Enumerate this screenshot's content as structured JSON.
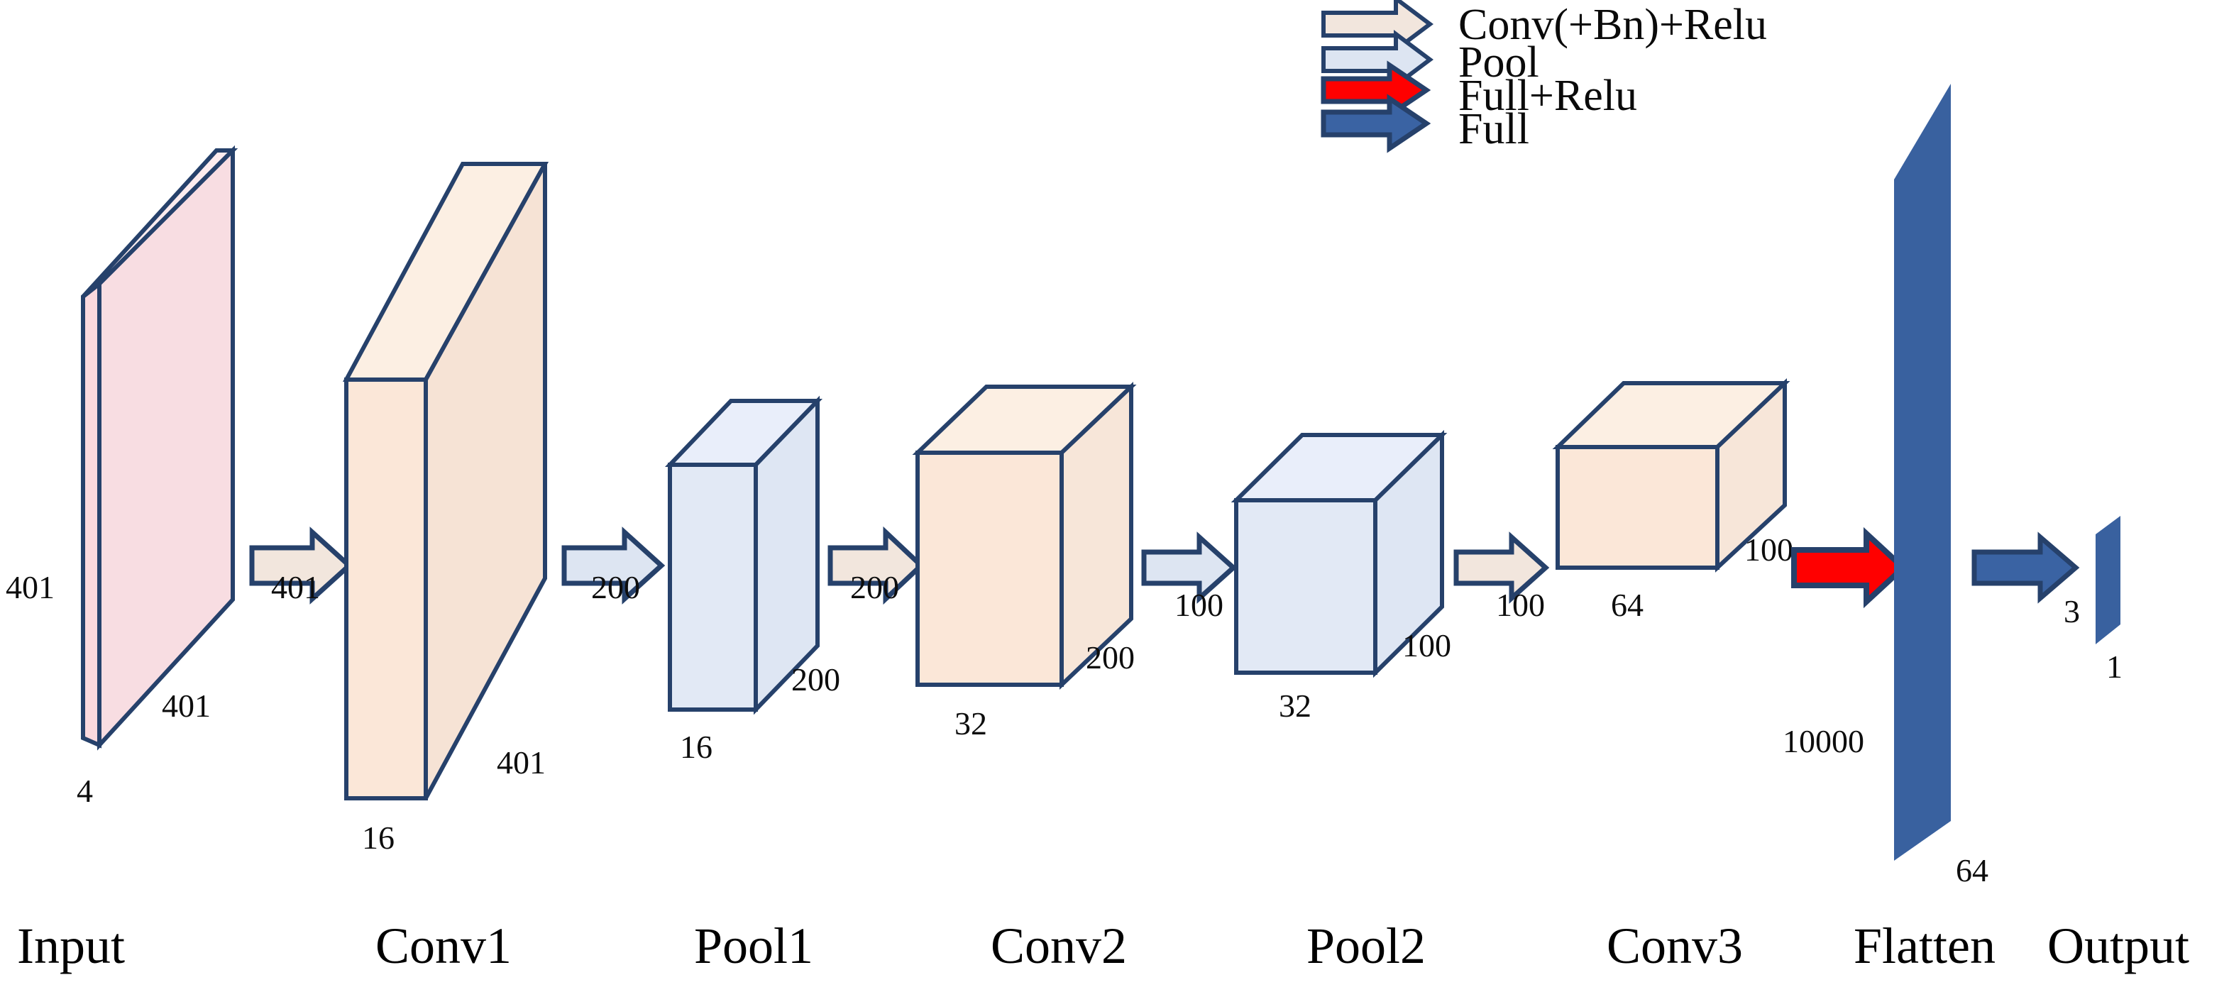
{
  "diagram": {
    "title": "CNN Architecture",
    "background_color": "#ffffff",
    "stroke_color": "#26416b",
    "colors": {
      "input_front": "#f7dade",
      "input_side": "#fbe9ec",
      "input_top": "#fdeef0",
      "conv_front": "#f6e4d6",
      "conv_side": "#fcead9",
      "conv_top": "#fbece0",
      "pool_front": "#dee6f3",
      "pool_side": "#e6ecf7",
      "pool_top": "#e9eef8",
      "flatten_fill": "#39619f",
      "output_fill": "#39619f",
      "conv_arrow": "#f2e6dd",
      "pool_arrow": "#dde5f2",
      "full_relu_arrow": "#ff0000",
      "full_arrow": "#3a63a3",
      "text": "#000000"
    }
  },
  "legend": {
    "items": [
      {
        "label": "Conv(+Bn)+Relu",
        "arrow_fill": "#f2e6dd",
        "arrow_stroke": "#26416b",
        "icon": "arrow-right-icon"
      },
      {
        "label": "Pool",
        "arrow_fill": "#dde5f2",
        "arrow_stroke": "#26416b",
        "icon": "arrow-right-icon"
      },
      {
        "label": "Full+Relu",
        "arrow_fill": "#ff0000",
        "arrow_stroke": "#26416b",
        "icon": "arrow-right-icon"
      },
      {
        "label": "Full",
        "arrow_fill": "#3a63a3",
        "arrow_stroke": "#26416b",
        "icon": "arrow-right-icon"
      }
    ]
  },
  "stages": [
    {
      "name": "Input",
      "kind": "slab",
      "color_group": "input",
      "dims": {
        "height": "401",
        "depth": "401",
        "width": "4"
      }
    },
    {
      "name": "Conv1",
      "kind": "box",
      "color_group": "conv",
      "dims": {
        "height": "401",
        "depth": "401",
        "width": "16"
      }
    },
    {
      "name": "Pool1",
      "kind": "box",
      "color_group": "pool",
      "dims": {
        "height": "200",
        "depth": "200",
        "width": "16"
      }
    },
    {
      "name": "Conv2",
      "kind": "box",
      "color_group": "conv",
      "dims": {
        "height": "200",
        "depth": "200",
        "width": "32"
      }
    },
    {
      "name": "Pool2",
      "kind": "box",
      "color_group": "pool",
      "dims": {
        "height": "100",
        "depth": "100",
        "width": "32"
      }
    },
    {
      "name": "Conv3",
      "kind": "box",
      "color_group": "conv",
      "dims": {
        "height": "100",
        "depth": "100",
        "width": "64"
      }
    },
    {
      "name": "Flatten",
      "kind": "flat",
      "color_group": "flatten",
      "dims": {
        "height": "10000",
        "width": "64"
      }
    },
    {
      "name": "Output",
      "kind": "flat",
      "color_group": "output",
      "dims": {
        "height": "3",
        "width": "1"
      }
    }
  ],
  "connections": [
    {
      "from": "Input",
      "to": "Conv1",
      "type": "Conv(+Bn)+Relu",
      "color": "#f2e6dd"
    },
    {
      "from": "Conv1",
      "to": "Pool1",
      "type": "Pool",
      "color": "#dde5f2"
    },
    {
      "from": "Pool1",
      "to": "Conv2",
      "type": "Conv(+Bn)+Relu",
      "color": "#f2e6dd"
    },
    {
      "from": "Conv2",
      "to": "Pool2",
      "type": "Pool",
      "color": "#dde5f2"
    },
    {
      "from": "Pool2",
      "to": "Conv3",
      "type": "Conv(+Bn)+Relu",
      "color": "#f2e6dd"
    },
    {
      "from": "Conv3",
      "to": "Flatten",
      "type": "Full+Relu",
      "color": "#ff0000"
    },
    {
      "from": "Flatten",
      "to": "Output",
      "type": "Full",
      "color": "#3a63a3"
    }
  ],
  "dim_labels": {
    "input_height": "401",
    "input_depth": "401",
    "input_width": "4",
    "conv1_height": "401",
    "conv1_depth": "401",
    "conv1_width": "16",
    "pool1_height": "200",
    "pool1_depth": "200",
    "pool1_width": "16",
    "conv2_height": "200",
    "conv2_depth": "200",
    "conv2_width": "32",
    "pool2_height": "100",
    "pool2_depth": "100",
    "pool2_width": "32",
    "conv3_height": "100",
    "conv3_depth": "100",
    "conv3_width": "64",
    "flatten_height": "10000",
    "flatten_width": "64",
    "output_height": "3",
    "output_width": "1"
  },
  "stage_labels": {
    "input": "Input",
    "conv1": "Conv1",
    "pool1": "Pool1",
    "conv2": "Conv2",
    "pool2": "Pool2",
    "conv3": "Conv3",
    "flatten": "Flatten",
    "output": "Output"
  }
}
